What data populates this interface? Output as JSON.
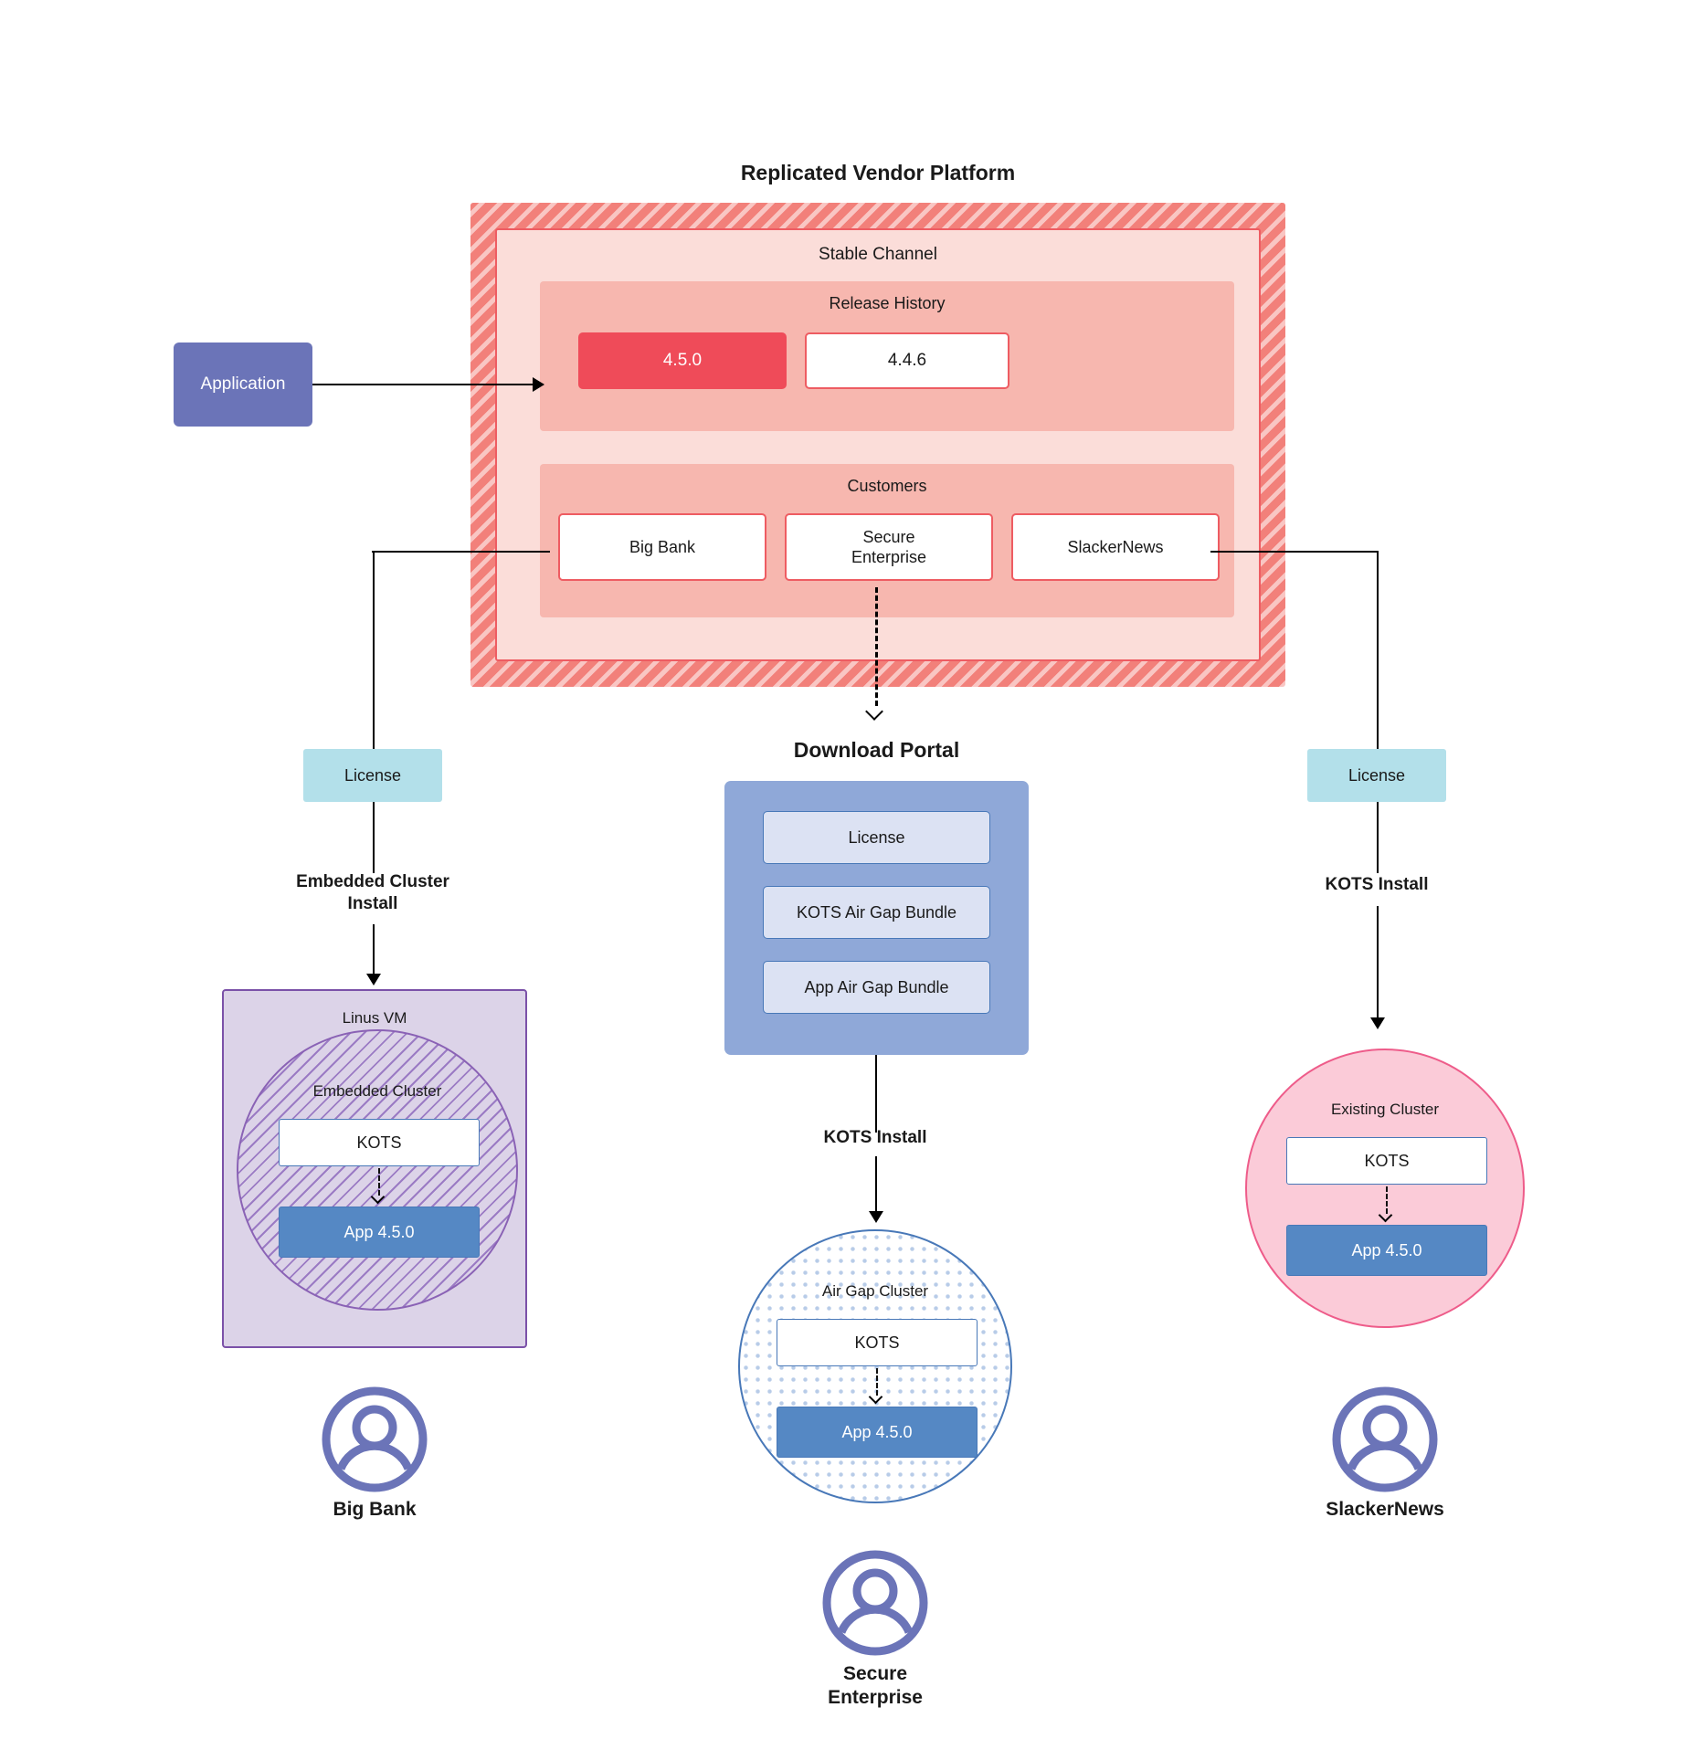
{
  "platform": {
    "title": "Replicated Vendor Platform",
    "channel": {
      "title": "Stable Channel"
    },
    "release_history": {
      "title": "Release History",
      "releases": [
        {
          "version": "4.5.0",
          "state": "current"
        },
        {
          "version": "4.4.6",
          "state": "past"
        }
      ]
    },
    "customers": {
      "title": "Customers",
      "items": [
        {
          "name": "Big Bank"
        },
        {
          "name": "Secure\nEnterprise"
        },
        {
          "name": "SlackerNews"
        }
      ]
    }
  },
  "application": {
    "label": "Application"
  },
  "branches": {
    "left": {
      "license_label": "License",
      "install_label": "Embedded Cluster\nInstall",
      "vm_label": "Linus VM",
      "cluster_label": "Embedded Cluster",
      "kots_label": "KOTS",
      "app_label": "App 4.5.0",
      "persona": "Big Bank"
    },
    "middle": {
      "portal_title": "Download  Portal",
      "portal_items": [
        {
          "label": "License"
        },
        {
          "label": "KOTS Air Gap Bundle"
        },
        {
          "label": "App Air Gap Bundle"
        }
      ],
      "install_label": "KOTS Install",
      "cluster_label": "Air Gap Cluster",
      "kots_label": "KOTS",
      "app_label": "App 4.5.0",
      "persona": "Secure\nEnterprise"
    },
    "right": {
      "license_label": "License",
      "install_label": "KOTS Install",
      "cluster_label": "Existing Cluster",
      "kots_label": "KOTS",
      "app_label": "App 4.5.0",
      "persona": "SlackerNews"
    }
  },
  "colors": {
    "platform_hatch": "#F2807A",
    "channel_bg": "#FBDDD9",
    "panel_bg": "#F7B7AF",
    "release_current": "#EF4B59",
    "border_red": "#EE5C62",
    "application": "#6B74B8",
    "license": "#B3E0EA",
    "portal": "#8FA8D8",
    "portal_item": "#DCE2F3",
    "blue_border": "#4878B8",
    "app_blue": "#5588C4",
    "vm_purple": "#DCD3E8",
    "vm_border": "#7B51A8",
    "existing_pink": "#FBCBD8",
    "existing_border": "#EE5C8A",
    "persona": "#6B74B8"
  }
}
